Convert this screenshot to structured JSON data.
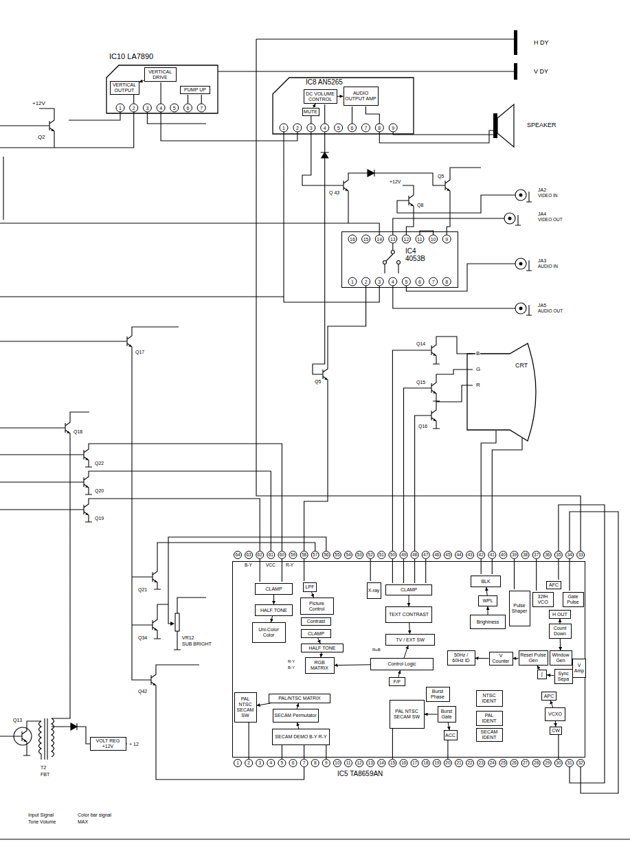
{
  "diagram": {
    "nodes": [
      {
        "text": [
          "IC10 LA7890"
        ]
      },
      {
        "text": [
          "VERTICAL OUTPUT"
        ],
        "in": 0
      },
      {
        "text": [
          "VERTICAL DRIVE"
        ],
        "in": 0
      },
      {
        "text": [
          "PUMP UP"
        ],
        "in": 0
      },
      {
        "text": [
          "IC8 AN5265"
        ]
      },
      {
        "text": [
          "DC VOLUME CONTROL"
        ],
        "in": 4
      },
      {
        "text": [
          "MUTE"
        ],
        "in": 4
      },
      {
        "text": [
          "AUDIO OUTPUT AMP"
        ],
        "in": 4
      },
      {
        "text": [
          "IC4 4053B"
        ]
      },
      {
        "text": [
          "CRT"
        ]
      },
      {
        "text": [
          "IC5 TA8659AN"
        ]
      },
      {
        "text": [
          "CLAMP"
        ],
        "in": 10
      },
      {
        "text": [
          "HALF TONE"
        ],
        "in": 10
      },
      {
        "text": [
          "Uni-Color Color"
        ],
        "in": 10
      },
      {
        "text": [
          "LPF"
        ],
        "in": 10
      },
      {
        "text": [
          "Picture Control"
        ],
        "in": 10
      },
      {
        "text": [
          "Contrast"
        ],
        "in": 10
      },
      {
        "text": [
          "CLAMP"
        ],
        "in": 10
      },
      {
        "text": [
          "HALF TONE"
        ],
        "in": 10
      },
      {
        "text": [
          "RGB MATRIX"
        ],
        "in": 10
      },
      {
        "text": [
          "X-ray"
        ],
        "in": 10
      },
      {
        "text": [
          "CLAMP"
        ],
        "in": 10
      },
      {
        "text": [
          "TEXT CONTRAST"
        ],
        "in": 10
      },
      {
        "text": [
          "TV / EXT SW"
        ],
        "in": 10
      },
      {
        "text": [
          "Control Logic"
        ],
        "in": 10
      },
      {
        "text": [
          "F/F"
        ],
        "in": 10
      },
      {
        "text": [
          "BLK"
        ],
        "in": 10
      },
      {
        "text": [
          "WPL"
        ],
        "in": 10
      },
      {
        "text": [
          "Brighiness"
        ],
        "in": 10
      },
      {
        "text": [
          "Pulse Shaper"
        ],
        "in": 10
      },
      {
        "text": [
          "AFC"
        ],
        "in": 10
      },
      {
        "text": [
          "32fH VCO"
        ],
        "in": 10
      },
      {
        "text": [
          "Gate Pulse"
        ],
        "in": 10
      },
      {
        "text": [
          "H OUT"
        ],
        "in": 10
      },
      {
        "text": [
          "Count Down"
        ],
        "in": 10
      },
      {
        "text": [
          "50Hz / 60Hz ID"
        ],
        "in": 10
      },
      {
        "text": [
          "V Counter"
        ],
        "in": 10
      },
      {
        "text": [
          "Reset Pulse Gen"
        ],
        "in": 10
      },
      {
        "text": [
          "Window Gen"
        ],
        "in": 10
      },
      {
        "text": [
          "V Amp"
        ],
        "in": 10
      },
      {
        "text": [
          "∫"
        ],
        "in": 10
      },
      {
        "text": [
          "Sync Sepa"
        ],
        "in": 10
      },
      {
        "text": [
          "APC"
        ],
        "in": 10
      },
      {
        "text": [
          "VCXO"
        ],
        "in": 10
      },
      {
        "text": [
          "CW"
        ],
        "in": 10
      },
      {
        "text": [
          "NTSC IDENT"
        ],
        "in": 10
      },
      {
        "text": [
          "PAL IDENT"
        ],
        "in": 10
      },
      {
        "text": [
          "SECAM IDENT"
        ],
        "in": 10
      },
      {
        "text": [
          "Burst Phase"
        ],
        "in": 10
      },
      {
        "text": [
          "Burst Gate"
        ],
        "in": 10
      },
      {
        "text": [
          "ACC"
        ],
        "in": 10
      },
      {
        "text": [
          "PAL NTSC SECAM SW"
        ],
        "in": 10
      },
      {
        "text": [
          "PAL/NTSC MATRIX"
        ],
        "in": 10
      },
      {
        "text": [
          "SECAM Permutator"
        ],
        "in": 10
      },
      {
        "text": [
          "SECAM DEMO B-Y R-Y"
        ],
        "in": 10
      },
      {
        "text": [
          "PAL NTSC SECAM SW"
        ],
        "in": 10
      },
      {
        "text": [
          "VOLT REG +12V"
        ]
      }
    ],
    "edges": [
      {
        "from": 2,
        "to": 1,
        "arrow": "to"
      },
      {
        "from": 6,
        "to": 5,
        "arrow": "to"
      },
      {
        "from": 5,
        "to": 7,
        "arrow": "to"
      },
      {
        "from": 11,
        "to": 12,
        "arrow": "to"
      },
      {
        "from": 12,
        "to": 13,
        "arrow": "to"
      },
      {
        "from": 14,
        "to": 15,
        "arrow": "to"
      },
      {
        "from": 17,
        "to": 18,
        "arrow": "to"
      },
      {
        "from": 18,
        "to": 19,
        "arrow": "to"
      },
      {
        "from": 21,
        "to": 22,
        "arrow": "to"
      },
      {
        "from": 22,
        "to": 23,
        "arrow": "to"
      },
      {
        "from": 24,
        "to": 23,
        "arrow": "to"
      },
      {
        "from": 25,
        "to": 24,
        "arrow": "to"
      },
      {
        "from": 24,
        "to": 19,
        "arrow": "to"
      },
      {
        "from": 28,
        "to": 27,
        "arrow": "to"
      },
      {
        "from": 27,
        "to": 26,
        "arrow": "to"
      },
      {
        "from": 34,
        "to": 33,
        "arrow": "to"
      },
      {
        "from": 34,
        "to": 38,
        "arrow": "to"
      },
      {
        "from": 36,
        "to": 35,
        "arrow": "to"
      },
      {
        "from": 37,
        "to": 36,
        "arrow": "to"
      },
      {
        "from": 41,
        "to": 40,
        "arrow": "to"
      },
      {
        "from": 40,
        "to": 37,
        "arrow": "to"
      },
      {
        "from": 43,
        "to": 42,
        "arrow": "to"
      },
      {
        "from": 43,
        "to": 44,
        "arrow": "to"
      },
      {
        "from": 49,
        "to": 51,
        "arrow": "to"
      },
      {
        "from": 49,
        "to": 50,
        "arrow": "to"
      },
      {
        "from": 52,
        "to": 55,
        "arrow": "to"
      },
      {
        "from": 53,
        "to": 52,
        "arrow": "to"
      },
      {
        "from": 54,
        "to": 53,
        "arrow": "to"
      }
    ],
    "labels": [
      "1",
      "2",
      "3",
      "4",
      "5",
      "6",
      "7",
      "8",
      "9",
      "10",
      "11",
      "12",
      "13",
      "14",
      "15",
      "16",
      "17",
      "18",
      "19",
      "20",
      "21",
      "22",
      "23",
      "24",
      "25",
      "26",
      "27",
      "28",
      "29",
      "30",
      "31",
      "32",
      "33",
      "34",
      "35",
      "36",
      "37",
      "38",
      "39",
      "40",
      "41",
      "42",
      "43",
      "44",
      "45",
      "46",
      "47",
      "48",
      "49",
      "50",
      "51",
      "52",
      "53",
      "54",
      "55",
      "56",
      "57",
      "58",
      "59",
      "60",
      "61",
      "62",
      "63",
      "64",
      "1",
      "2",
      "3",
      "4",
      "5",
      "6",
      "7",
      "1",
      "2",
      "3",
      "4",
      "5",
      "6",
      "7",
      "8",
      "9",
      "1",
      "2",
      "3",
      "4",
      "5",
      "6",
      "7",
      "8",
      "9",
      "10",
      "11",
      "12",
      "13",
      "14",
      "15",
      "16",
      "+12V",
      "Q2",
      "H DY",
      "V DY",
      "SPEAKER",
      "Q 43",
      "+12V",
      "Q5",
      "Q8",
      "JA2",
      "VIDEO IN",
      "JA4",
      "VIDEO OUT",
      "JA3",
      "AUDIO IN",
      "JA5",
      "AUDIO OUT",
      "Q17",
      "Q5",
      "Q14",
      "Q15",
      "Q16",
      "B",
      "G",
      "R",
      "Q18",
      "Q22",
      "Q20",
      "Q19",
      "Q21",
      "Q34",
      "VR12",
      "SUB BRIGHT",
      "Q42",
      "Q13",
      "T2",
      "FBT",
      "+ 12",
      "B-Y",
      "VCC",
      "R-Y",
      "R-Y",
      "B-Y",
      "RuB",
      "Input Signal",
      "Color bar signal",
      "Tone Volume",
      "MAX"
    ]
  }
}
